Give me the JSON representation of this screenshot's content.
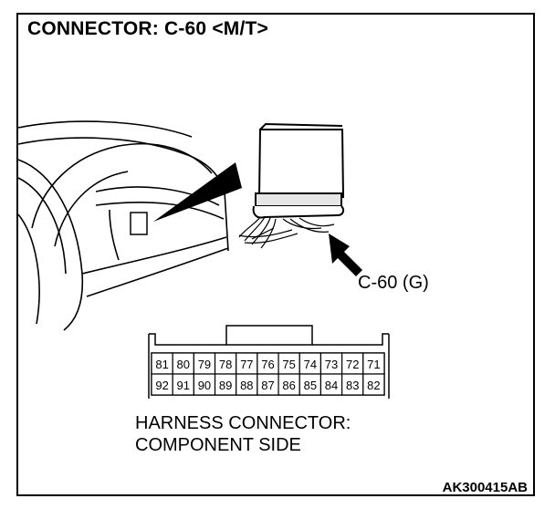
{
  "title": "CONNECTOR: C-60 <M/T>",
  "callout": "C-60 (G)",
  "caption": [
    "HARNESS CONNECTOR:",
    "COMPONENT SIDE"
  ],
  "code": "AK300415AB",
  "pins_top": [
    "81",
    "80",
    "79",
    "78",
    "77",
    "76",
    "75",
    "74",
    "73",
    "72",
    "71"
  ],
  "pins_bottom": [
    "92",
    "91",
    "90",
    "89",
    "88",
    "87",
    "86",
    "85",
    "84",
    "83",
    "82"
  ]
}
